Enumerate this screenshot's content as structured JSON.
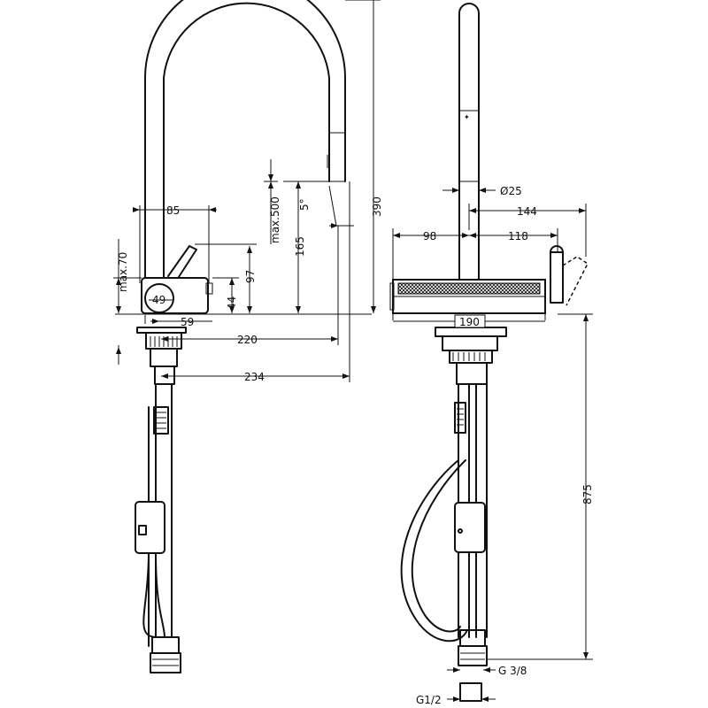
{
  "dimensions": {
    "d85": "85",
    "d49": "49",
    "d59": "59",
    "d97": "97",
    "d44": "44",
    "dmax70": "max.70",
    "dmax500": "max.500",
    "d165": "165",
    "d390": "390",
    "d220": "220",
    "d234": "234",
    "dangle": "5°",
    "d25": "Ø25",
    "d144": "144",
    "d98": "98",
    "d118": "118",
    "d190": "190",
    "d875": "875",
    "dg38": "G 3/8",
    "dg12": "G1/2"
  }
}
